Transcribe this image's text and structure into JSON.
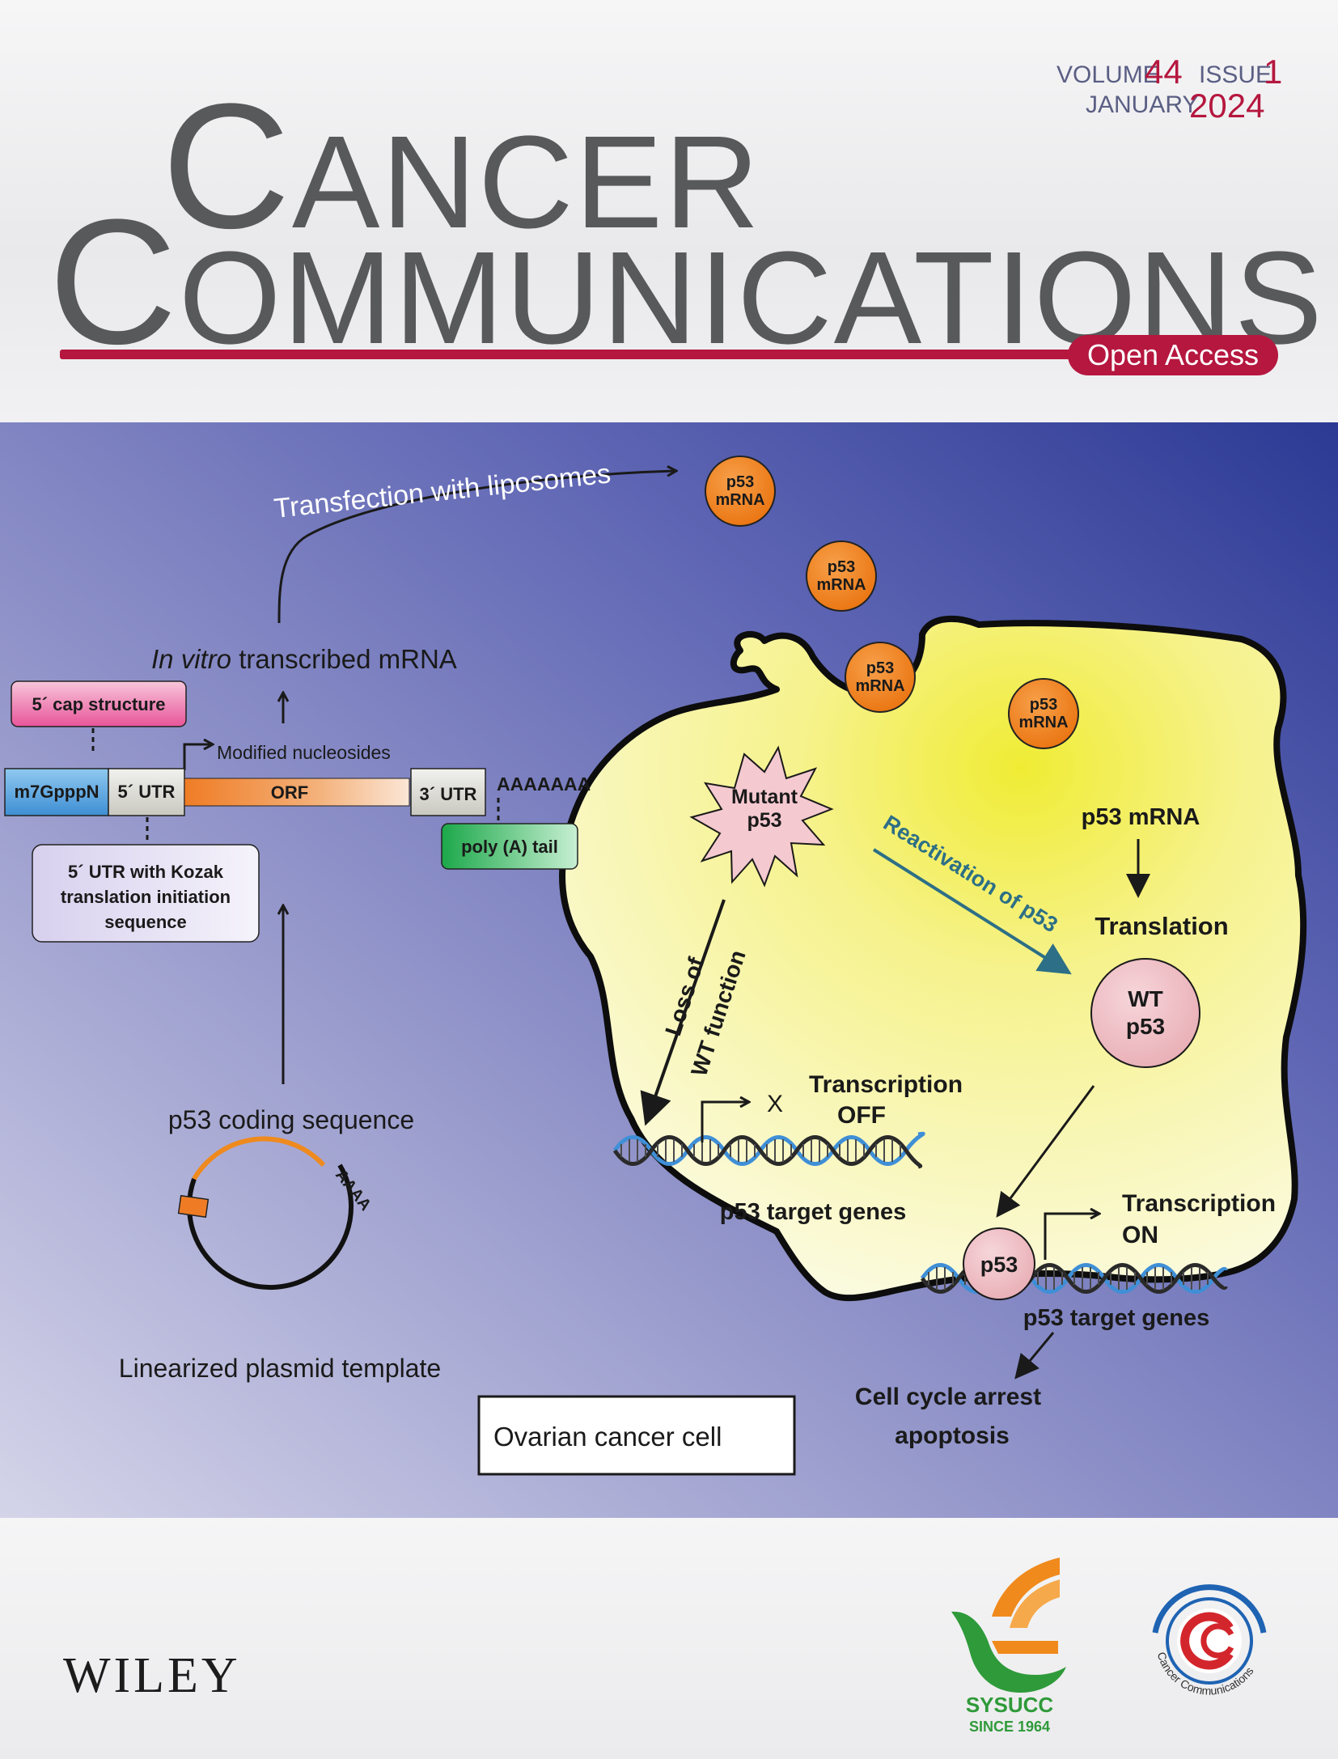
{
  "journal": {
    "title_line1": "Cancer",
    "title_line2": "Communications",
    "title_line1_parts": [
      "C",
      "ANCER"
    ],
    "title_line2_parts": [
      "C",
      "OMMUNICATIONS"
    ],
    "open_access": "Open Access",
    "volume_label": "VOLUME",
    "volume_number": "44",
    "issue_label": "ISSUE",
    "issue_number": "1",
    "month": "JANUARY",
    "year": "2024"
  },
  "figure": {
    "transfection_label": "Transfection with liposomes",
    "ivt_italic": "In vitro",
    "ivt_rest": " transcribed mRNA",
    "cap_structure": "5´ cap structure",
    "modified_nucleosides": "Modified  nucleosides",
    "segments": {
      "cap": "m7GpppN",
      "utr5": "5´ UTR",
      "orf": "ORF",
      "utr3": "3´ UTR",
      "polya_seq": "AAAAAAA"
    },
    "polya_tail": "poly (A) tail",
    "kozak_lines": [
      "5´ UTR with Kozak",
      "translation initiation",
      "sequence"
    ],
    "coding_sequence": "p53 coding  sequence",
    "plasmid_polya": "AAAA",
    "plasmid_label": "Linearized plasmid template",
    "mrna_bubble_lines": [
      "p53",
      "mRNA"
    ],
    "mutant_lines": [
      "Mutant",
      "p53"
    ],
    "reactivation": "Reactivation of p53",
    "loss_lines": [
      "Loss of",
      "WT function"
    ],
    "p53_mrna": "p53 mRNA",
    "translation": "Translation",
    "wt_lines": [
      "WT",
      "p53"
    ],
    "transcription_off_lines": [
      "Transcription",
      "OFF"
    ],
    "x_mark": "X",
    "target_genes": "p53 target genes",
    "p53_small": "p53",
    "transcription_on_lines": [
      "Transcription",
      "ON"
    ],
    "cell_cycle_lines": [
      "Cell cycle arrest",
      "apoptosis"
    ],
    "cell_label": "Ovarian cancer cell"
  },
  "publisher": {
    "name": "WILEY",
    "sysucc": "SYSUCC",
    "since": "SINCE 1964",
    "cc_ring_text": "Cancer Communications"
  },
  "colors": {
    "accent_red": "#b5173f",
    "title_gray": "#58595b",
    "issue_blue": "#5b5f84",
    "band_dark": "#2f3d95",
    "band_light": "#d2d2e8",
    "cell_yellow": "#f2ee3c",
    "mrna_orange": "#f07f17",
    "teal_arrow": "#2d6f86"
  }
}
